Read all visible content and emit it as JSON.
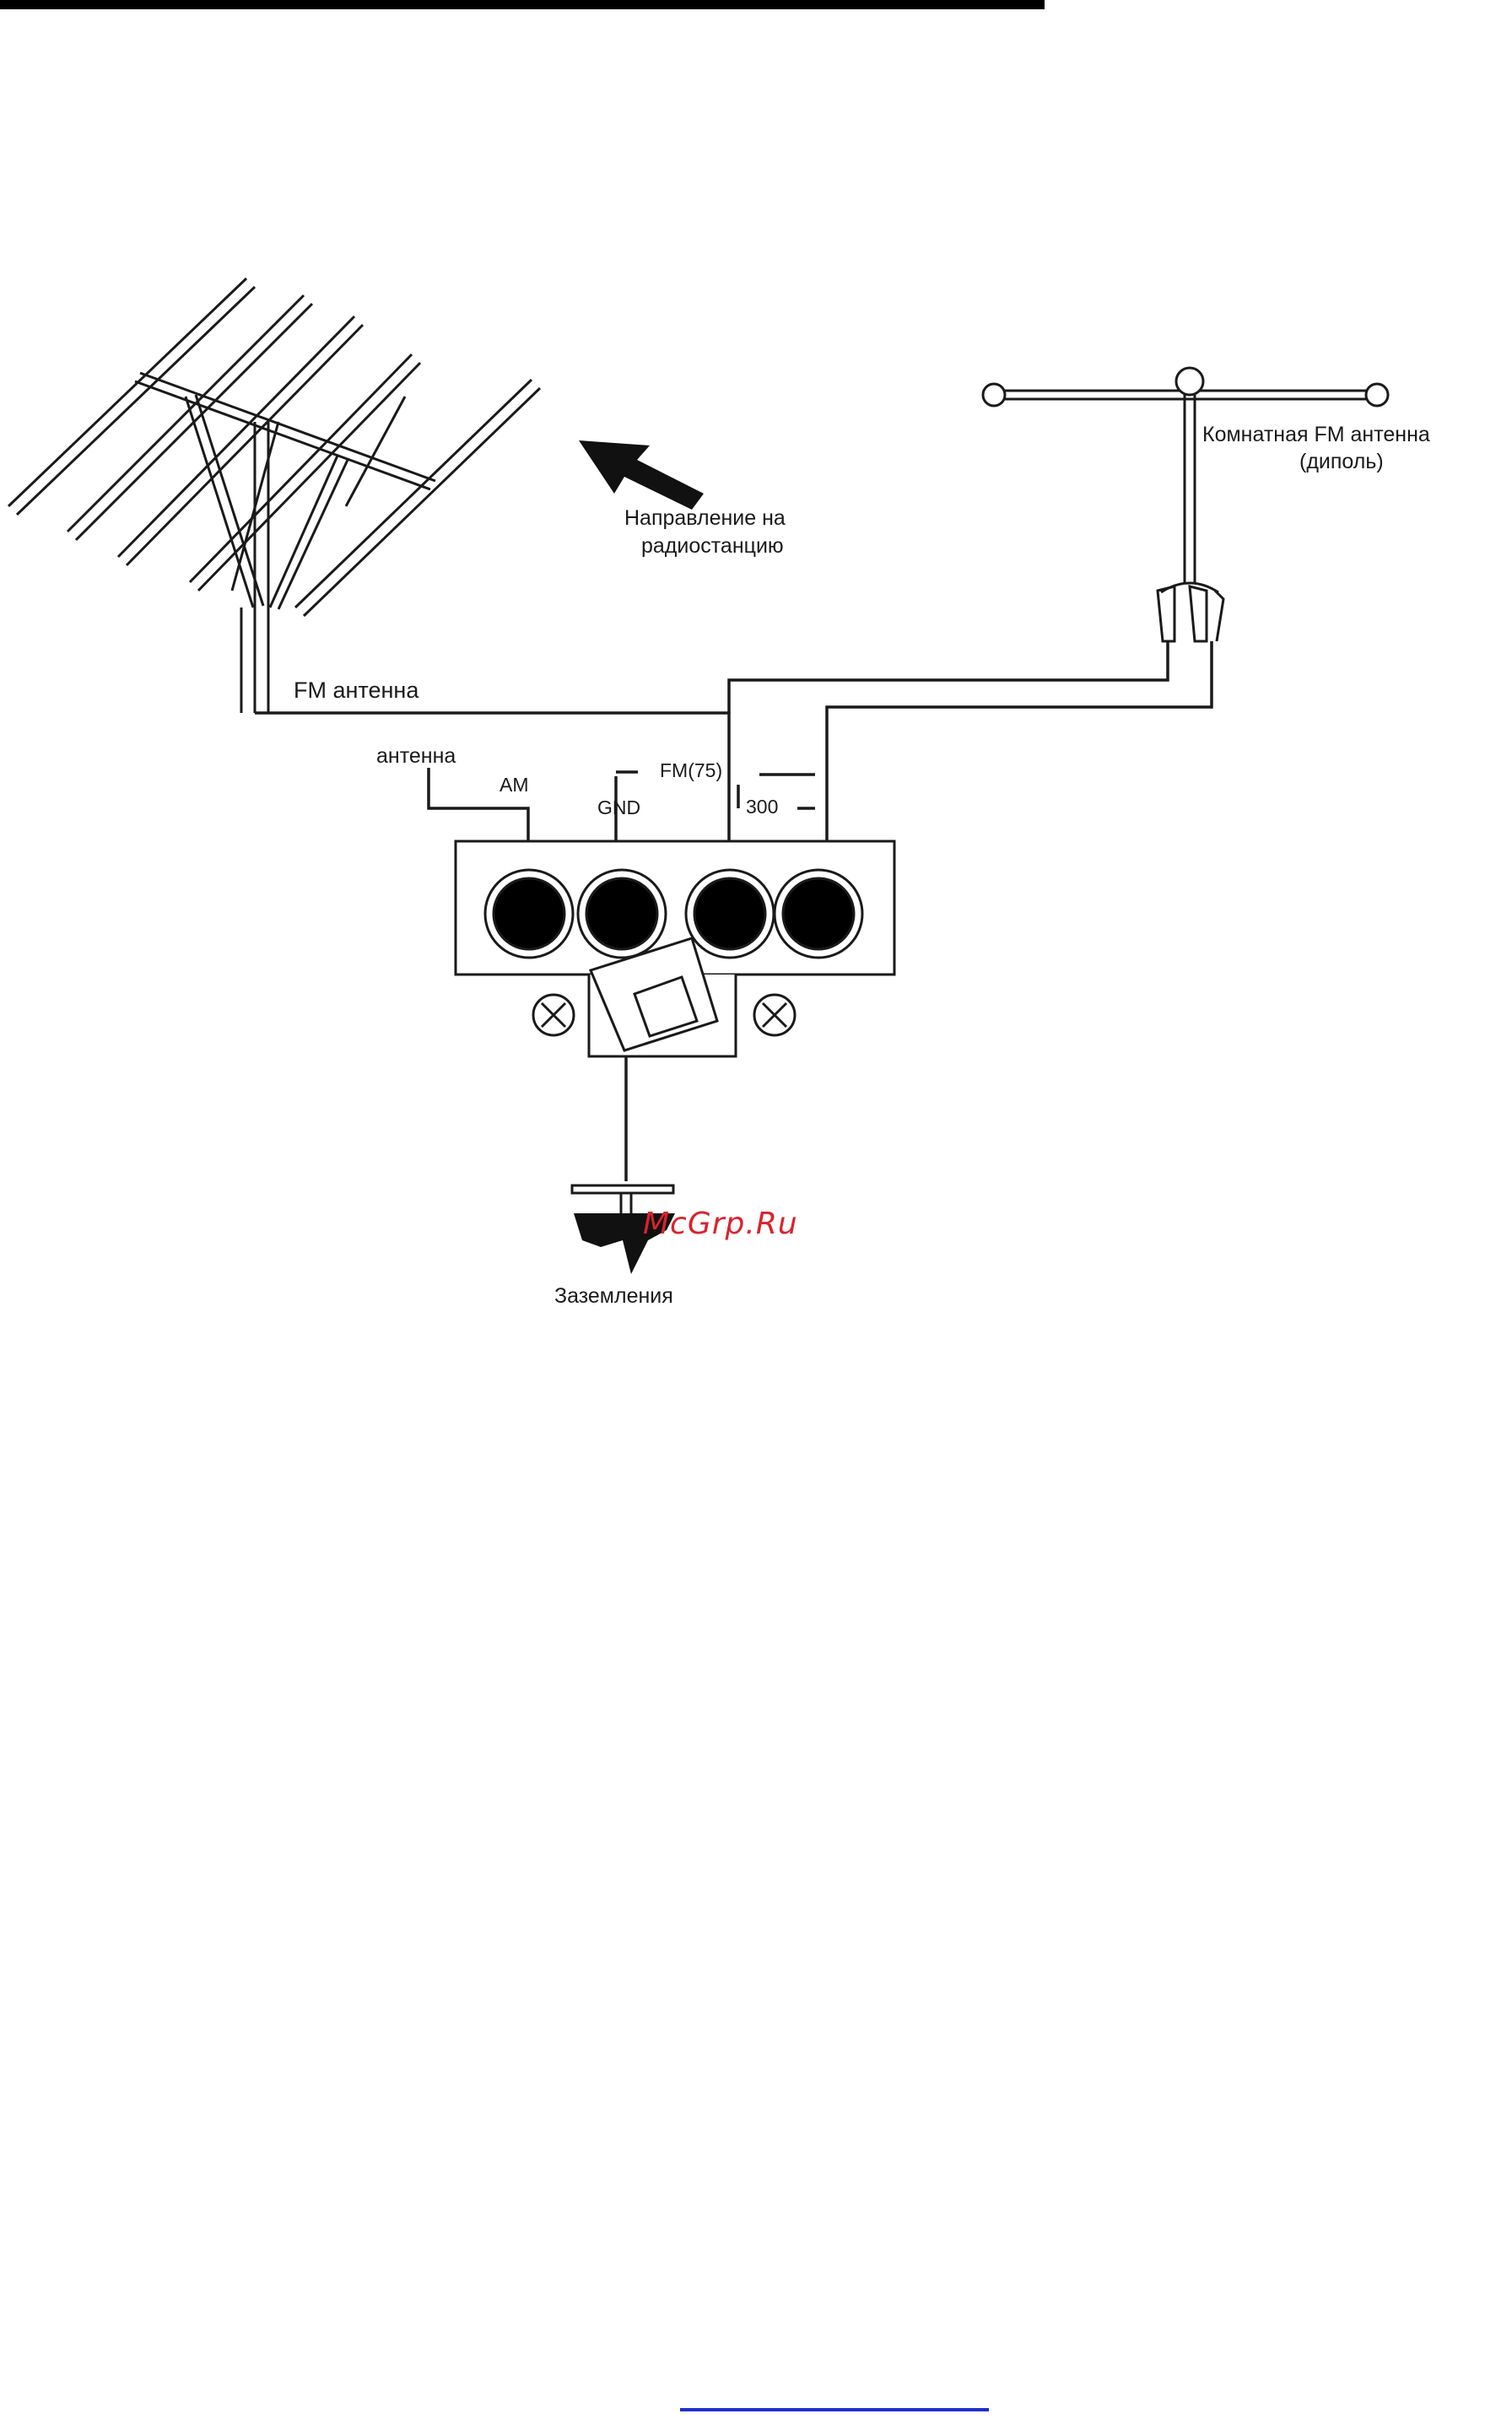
{
  "labels": {
    "direction_line1": "Направление на",
    "direction_line2": "радиостанцию",
    "indoor_line1": "Комнатная FM антенна",
    "indoor_line2": "(диполь)",
    "fm_antenna": "FM антенна",
    "am_antenna": "антенна",
    "am": "AM",
    "gnd": "GND",
    "fm75": "FM(75)",
    "ohm300": "300",
    "ground": "Заземления"
  },
  "watermark": "McGrp.Ru",
  "colors": {
    "line": "#1a1a1a",
    "knob": "#000000",
    "watermark": "#d9232d",
    "link": "#1f2fd0"
  },
  "icons": {
    "screw": "screw-icon",
    "arrow": "arrow-icon",
    "ground": "ground-icon"
  }
}
